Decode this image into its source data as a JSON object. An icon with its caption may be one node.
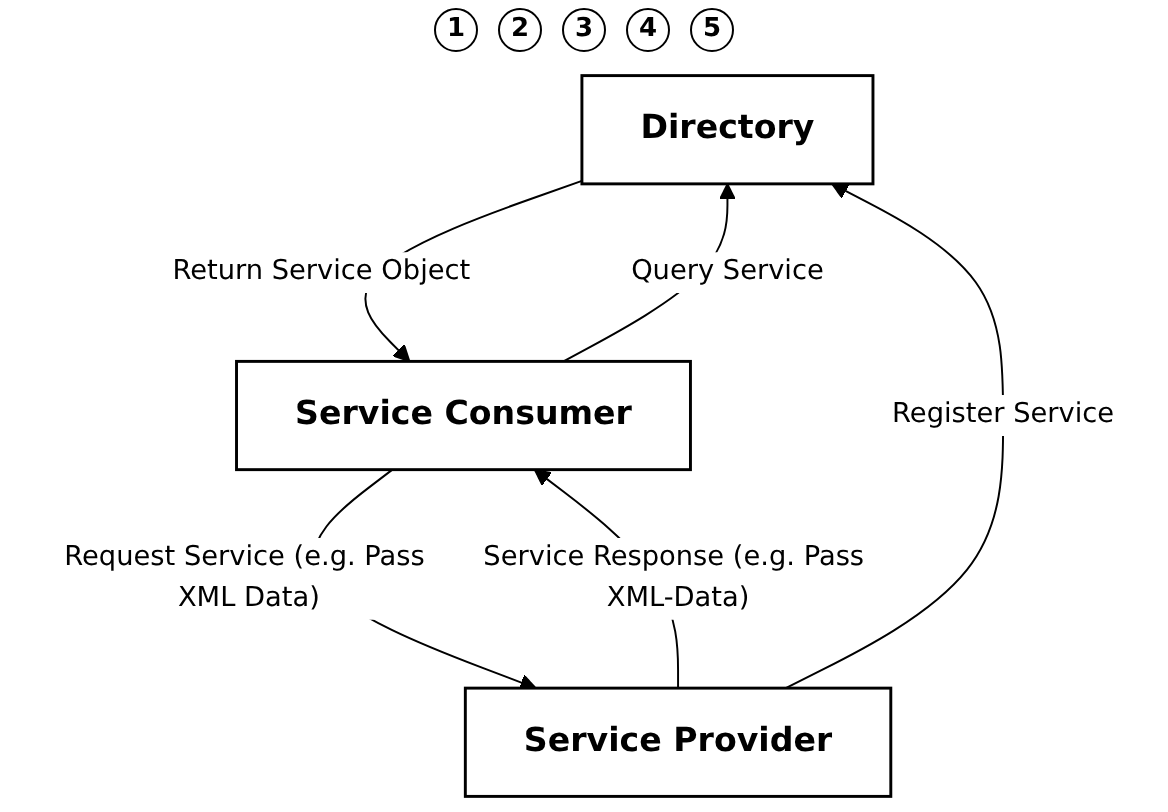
{
  "diagram": {
    "nodes": [
      {
        "text": [
          "Directory"
        ]
      },
      {
        "text": [
          "Service Provider"
        ]
      },
      {
        "text": [
          "Service Consumer"
        ]
      }
    ],
    "edges": [
      {
        "from": 1,
        "to": 0,
        "arrow": "to",
        "label": "Register Service"
      },
      {
        "from": 2,
        "to": 0,
        "arrow": "to",
        "label": "Query Service"
      },
      {
        "from": 0,
        "to": 2,
        "arrow": "to",
        "label": "Return Service Object"
      },
      {
        "from": 2,
        "to": 1,
        "arrow": "to",
        "label": "Request Service (e.g. Pass XML Data)"
      },
      {
        "from": 1,
        "to": 2,
        "arrow": "to",
        "label": "Service Response (e.g. Pass XML-Data)"
      }
    ],
    "labels": [
      "1",
      "2",
      "3",
      "4",
      "5"
    ]
  }
}
